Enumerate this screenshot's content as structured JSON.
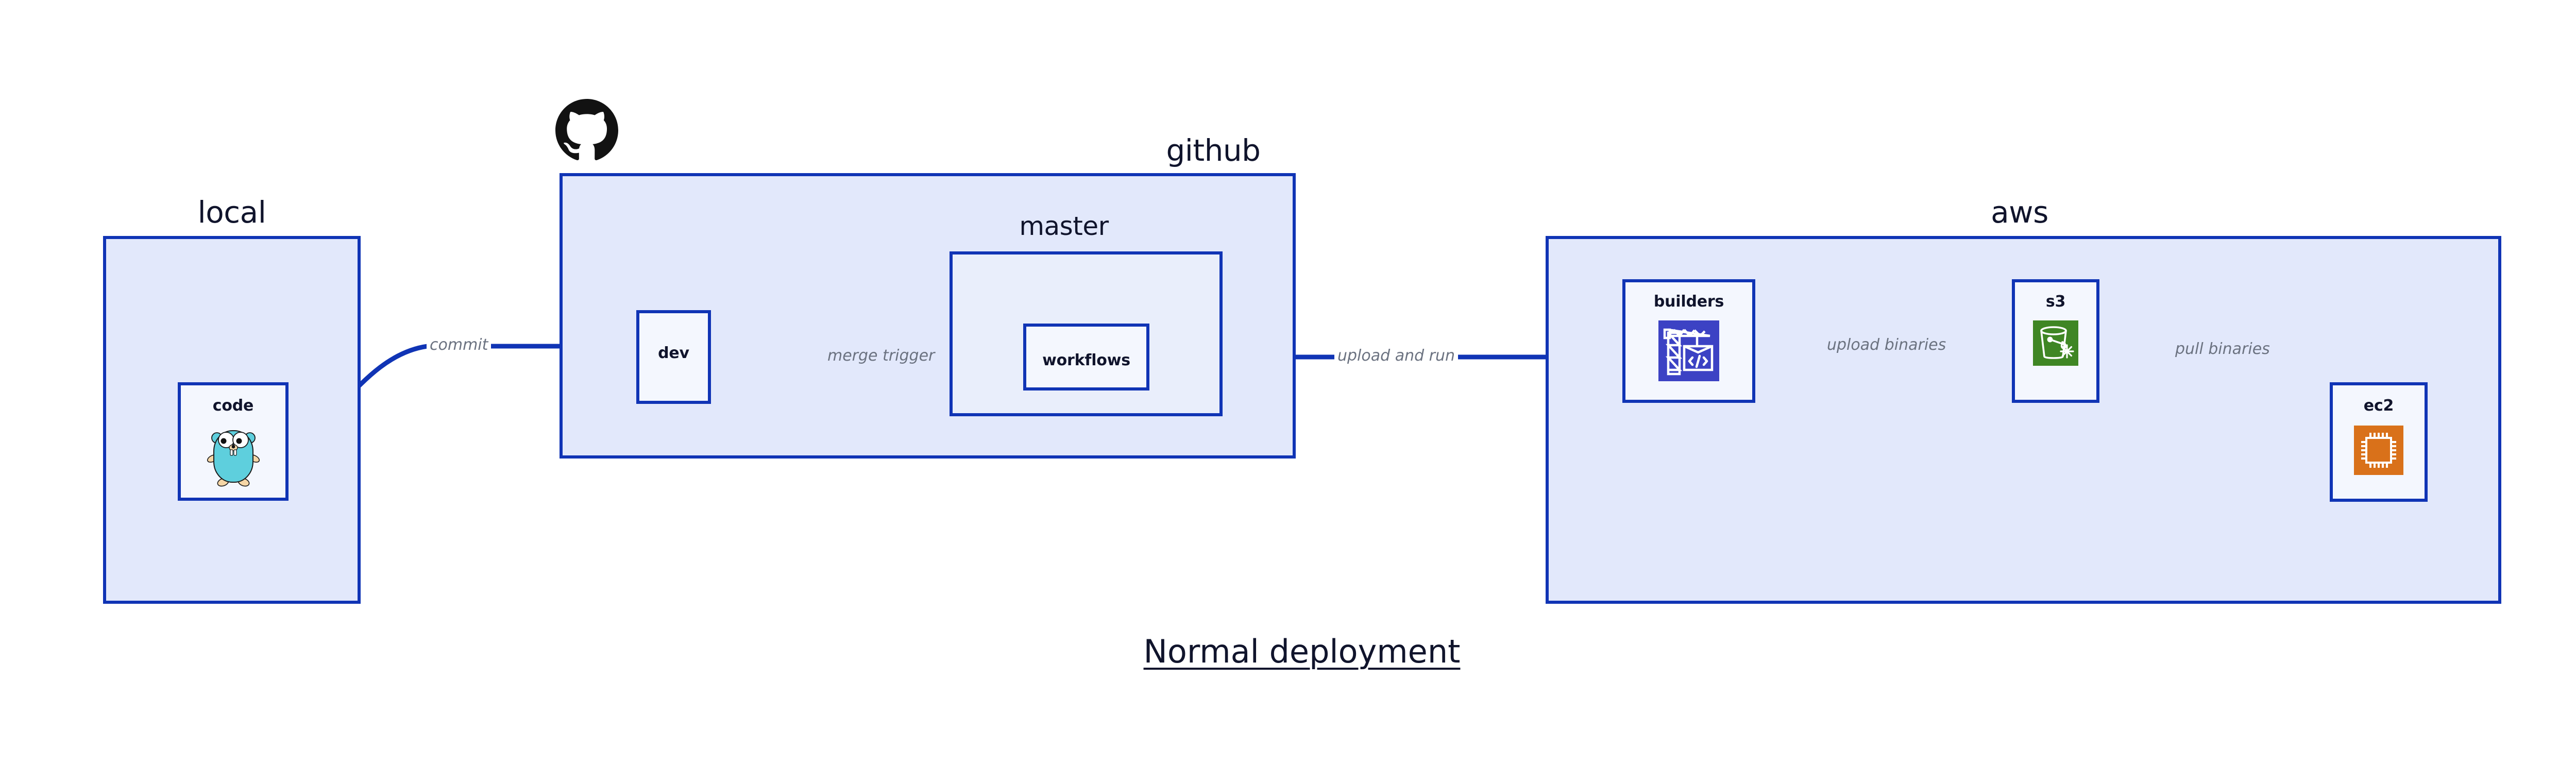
{
  "title": "Normal deployment",
  "colors": {
    "stroke": "#1034b5",
    "group_fill": "#e2e8fb",
    "sub_fill": "#e9eefb",
    "node_fill": "#f4f7fe",
    "label_text": "#10142c",
    "edge_label_text": "#6b7280",
    "builders_icon": "#3c42c4",
    "s3_icon": "#3f8624",
    "ec2_icon": "#d9711a",
    "gopher_body": "#5ecfdd",
    "github_mark": "#121212",
    "page_background": "#ffffff"
  },
  "groups": [
    {
      "id": "local",
      "label": "local"
    },
    {
      "id": "github",
      "label": "github"
    },
    {
      "id": "aws",
      "label": "aws"
    }
  ],
  "subgroups": [
    {
      "id": "master",
      "label": "master",
      "parent": "github"
    }
  ],
  "nodes": [
    {
      "id": "code",
      "label": "code",
      "icon": "go-gopher-icon",
      "parent": "local"
    },
    {
      "id": "dev",
      "label": "dev",
      "icon": null,
      "parent": "github"
    },
    {
      "id": "workflows",
      "label": "workflows",
      "icon": null,
      "parent": "master"
    },
    {
      "id": "builders",
      "label": "builders",
      "icon": "aws-crane-icon",
      "parent": "aws"
    },
    {
      "id": "s3",
      "label": "s3",
      "icon": "aws-s3-bucket-icon",
      "parent": "aws"
    },
    {
      "id": "ec2",
      "label": "ec2",
      "icon": "aws-ec2-chip-icon",
      "parent": "aws"
    }
  ],
  "edges": [
    {
      "id": "commit",
      "label": "commit",
      "from": "code",
      "to": "dev"
    },
    {
      "id": "merge-trigger",
      "label": "merge trigger",
      "from": "dev",
      "to": "workflows"
    },
    {
      "id": "upload-and-run",
      "label": "upload and run",
      "from": "workflows",
      "to": "builders"
    },
    {
      "id": "upload-binaries",
      "label": "upload binaries",
      "from": "builders",
      "to": "s3"
    },
    {
      "id": "pull-binaries",
      "label": "pull binaries",
      "from": "s3",
      "to": "ec2"
    }
  ],
  "branding": {
    "github_mark_alt": "github-logo"
  }
}
